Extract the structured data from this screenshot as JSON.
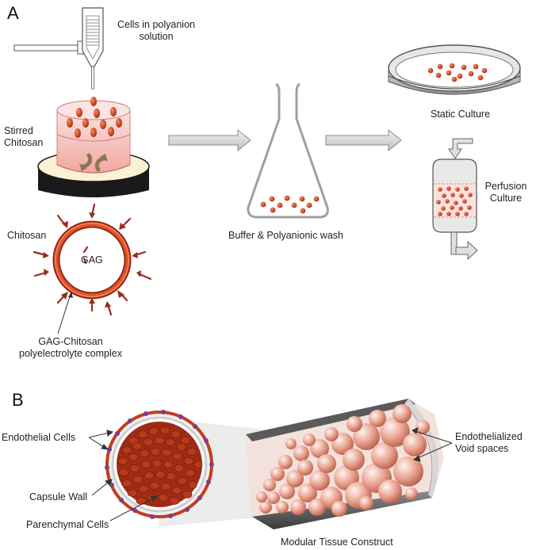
{
  "panels": {
    "a": "A",
    "b": "B"
  },
  "panel_a": {
    "cells_label_line1": "Cells in polyanion",
    "cells_label_line2": "solution",
    "stirred_line1": "Stirred",
    "stirred_line2": "Chitosan",
    "chitosan": "Chitosan",
    "gag": "GAG",
    "complex_line1": "GAG-Chitosan",
    "complex_line2": "polyelectrolyte complex",
    "wash": "Buffer & Polyanionic wash",
    "static": "Static Culture",
    "perfusion_line1": "Perfusion",
    "perfusion_line2": "Culture"
  },
  "panel_b": {
    "endothelial": "Endothelial Cells",
    "capsule_wall": "Capsule Wall",
    "parenchymal": "Parenchymal Cells",
    "void_line1": "Endothelialized",
    "void_line2": "Void spaces",
    "construct": "Modular Tissue Construct"
  },
  "colors": {
    "capsule_red": "#c0361a",
    "arrow_red": "#9a2a1e",
    "chitosan_pink": "#f4c7c4",
    "stir_arrow": "#8a7752",
    "gray_arrow": "#d9d9d9",
    "endothelial_purple": "#7b3f88"
  }
}
